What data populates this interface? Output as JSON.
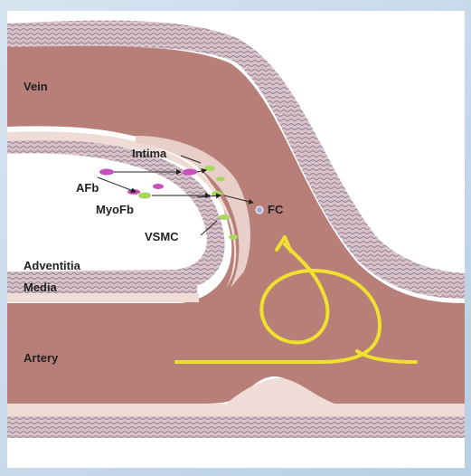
{
  "labels": {
    "vein": "Vein",
    "intima": "Intima",
    "afb": "AFb",
    "myofb": "MyoFb",
    "vsmc": "VSMC",
    "fc": "FC",
    "adventitia": "Adventitia",
    "media": "Media",
    "artery": "Artery"
  },
  "colors": {
    "lumen": "#b87e78",
    "lumen_dark": "#a86d68",
    "intima": "#efdcd6",
    "wall": "#d9c3c9",
    "wall_stripe": "#8e7f95",
    "flow_arrow": "#f0e030",
    "afb_cell": "#c84fc0",
    "myofb_cell": "#a8d85a",
    "fc_cell": "#9fb4d8",
    "background": "#ffffff"
  }
}
